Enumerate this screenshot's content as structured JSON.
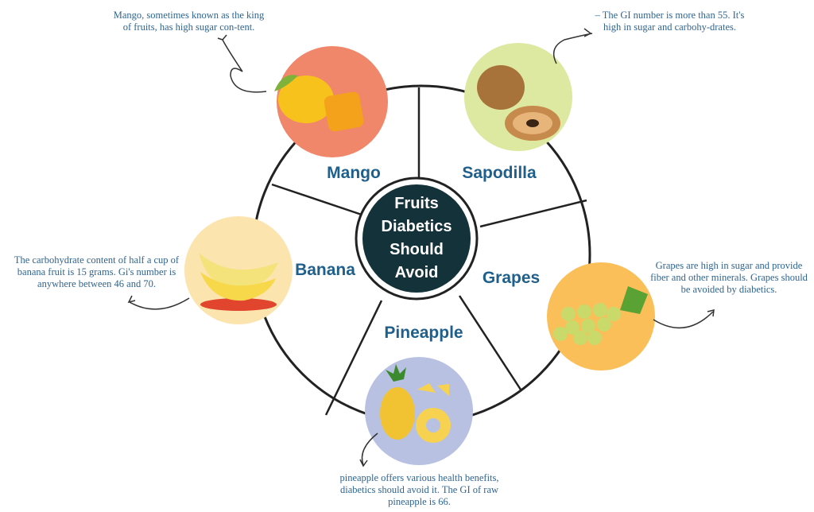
{
  "center": {
    "title_lines": [
      "Fruits",
      "Diabetics",
      "Should",
      "Avoid"
    ]
  },
  "fruits": [
    {
      "name": "Mango",
      "note": "Mango, sometimes known as the king of fruits, has high sugar con-tent.",
      "color": "#f0876a"
    },
    {
      "name": "Sapodilla",
      "note": "– The GI number is more than 55. It's high in sugar and carbohy-drates.",
      "color": "#dde9a0"
    },
    {
      "name": "Banana",
      "note": "The carbohydrate content of half a cup of banana fruit is 15 grams. Gi's number is anywhere between 46 and 70.",
      "color": "#fbe4ae"
    },
    {
      "name": "Grapes",
      "note": "Grapes are high in sugar and provide fiber and other minerals. Grapes should be avoided by diabetics.",
      "color": "#fbbf5a"
    },
    {
      "name": "Pineapple",
      "note": "pineapple offers various health benefits, diabetics should avoid it. The GI of raw pineapple is 66.",
      "color": "#b9c1e3"
    }
  ],
  "colors": {
    "label": "#1f5f8b",
    "note": "#2f6592",
    "center": "#14323a",
    "ring": "#222222"
  }
}
